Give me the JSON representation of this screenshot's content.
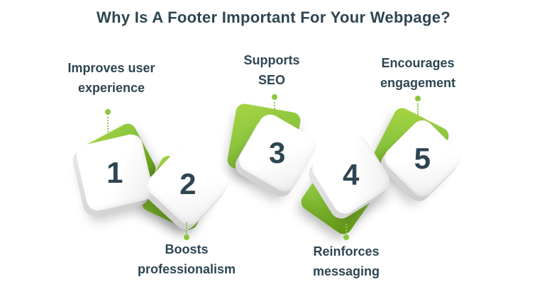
{
  "title": "Why Is A Footer Important For Your Webpage?",
  "colors": {
    "accent_green": "#8cc63e",
    "accent_green_dark": "#5f9212",
    "accent_green_light": "#a5d342",
    "text_dark": "#2e4552",
    "tile_face": "#ffffff",
    "tile_side": "#d8d8d8",
    "background": "#ffffff"
  },
  "items": [
    {
      "number": "1",
      "label_line1": "Improves user",
      "label_line2": "experience",
      "label_position": "top"
    },
    {
      "number": "2",
      "label_line1": "Boosts",
      "label_line2": "professionalism",
      "label_position": "bottom"
    },
    {
      "number": "3",
      "label_line1": "Supports",
      "label_line2": "SEO",
      "label_position": "top"
    },
    {
      "number": "4",
      "label_line1": "Reinforces",
      "label_line2": "messaging",
      "label_position": "bottom"
    },
    {
      "number": "5",
      "label_line1": "Encourages",
      "label_line2": "engagement",
      "label_position": "top"
    }
  ]
}
